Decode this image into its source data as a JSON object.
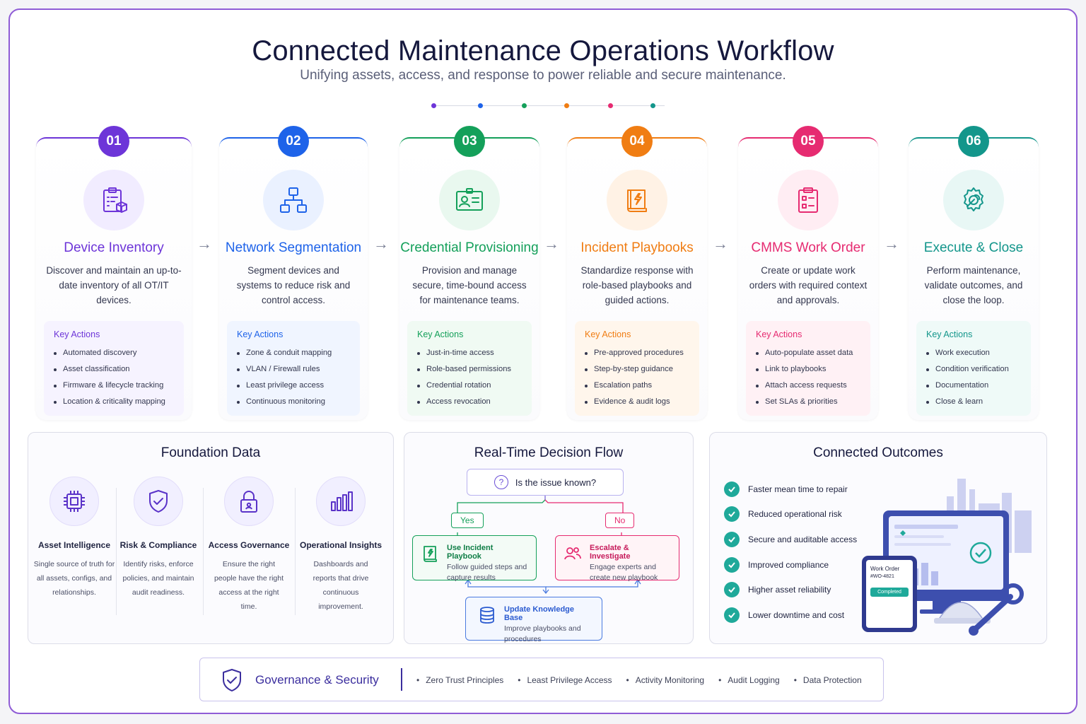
{
  "header": {
    "title": "Connected Maintenance Operations Workflow",
    "subtitle": "Unifying assets, access, and response to power reliable and secure maintenance."
  },
  "colors": {
    "purple": "#6d35d8",
    "blue": "#1e63e9",
    "green": "#14a05a",
    "orange": "#f07d13",
    "pink": "#e62b71",
    "teal": "#13968b"
  },
  "steps": [
    {
      "num": "01",
      "title": "Device Inventory",
      "desc": "Discover and maintain an up-to-date inventory of all OT/IT devices.",
      "icon": "clipboard-device-icon",
      "actions_title": "Key Actions",
      "actions": [
        "Automated discovery",
        "Asset classification",
        "Firmware & lifecycle tracking",
        "Location & criticality mapping"
      ]
    },
    {
      "num": "02",
      "title": "Network Segmentation",
      "desc": "Segment devices and systems to reduce risk and control access.",
      "icon": "network-hierarchy-icon",
      "actions_title": "Key Actions",
      "actions": [
        "Zone & conduit mapping",
        "VLAN / Firewall rules",
        "Least privilege access",
        "Continuous monitoring"
      ]
    },
    {
      "num": "03",
      "title": "Credential Provisioning",
      "desc": "Provision and manage secure, time-bound access for maintenance teams.",
      "icon": "id-card-icon",
      "actions_title": "Key Actions",
      "actions": [
        "Just-in-time access",
        "Role-based permissions",
        "Credential rotation",
        "Access revocation"
      ]
    },
    {
      "num": "04",
      "title": "Incident Playbooks",
      "desc": "Standardize response with role-based playbooks and guided actions.",
      "icon": "playbook-icon",
      "actions_title": "Key Actions",
      "actions": [
        "Pre-approved procedures",
        "Step-by-step guidance",
        "Escalation paths",
        "Evidence & audit logs"
      ]
    },
    {
      "num": "05",
      "title": "CMMS Work Order",
      "desc": "Create or update work orders with required context and approvals.",
      "icon": "work-order-icon",
      "actions_title": "Key Actions",
      "actions": [
        "Auto-populate asset data",
        "Link to playbooks",
        "Attach access requests",
        "Set SLAs & priorities"
      ]
    },
    {
      "num": "06",
      "title": "Execute & Close",
      "desc": "Perform maintenance, validate outcomes, and close the loop.",
      "icon": "gear-wrench-icon",
      "actions_title": "Key Actions",
      "actions": [
        "Work execution",
        "Condition verification",
        "Documentation",
        "Close & learn"
      ]
    }
  ],
  "foundation": {
    "title": "Foundation Data",
    "items": [
      {
        "name": "Asset Intelligence",
        "desc": "Single source of truth for all assets, configs, and relationships.",
        "icon": "chip-icon"
      },
      {
        "name": "Risk & Compliance",
        "desc": "Identify risks, enforce policies, and maintain audit readiness.",
        "icon": "shield-check-icon"
      },
      {
        "name": "Access Governance",
        "desc": "Ensure the right people have the right access at the right time.",
        "icon": "lock-icon"
      },
      {
        "name": "Operational Insights",
        "desc": "Dashboards and reports that drive continuous improvement.",
        "icon": "bar-chart-icon"
      }
    ]
  },
  "decision": {
    "title": "Real-Time Decision Flow",
    "question": "Is the issue known?",
    "yes_label": "Yes",
    "no_label": "No",
    "yes_title": "Use Incident Playbook",
    "yes_desc": "Follow guided steps and capture results",
    "no_title": "Escalate & Investigate",
    "no_desc": "Engage experts and create new playbook",
    "kb_title": "Update Knowledge Base",
    "kb_desc": "Improve playbooks and procedures"
  },
  "outcomes": {
    "title": "Connected Outcomes",
    "items": [
      "Faster mean time to repair",
      "Reduced operational risk",
      "Secure and auditable access",
      "Improved compliance",
      "Higher asset reliability",
      "Lower downtime and cost"
    ],
    "tablet_title": "Work Order",
    "tablet_id": "#WO-4821",
    "tablet_status": "Completed"
  },
  "governance": {
    "title": "Governance & Security",
    "items": [
      "Zero Trust Principles",
      "Least Privilege Access",
      "Activity Monitoring",
      "Audit Logging",
      "Data Protection"
    ]
  }
}
